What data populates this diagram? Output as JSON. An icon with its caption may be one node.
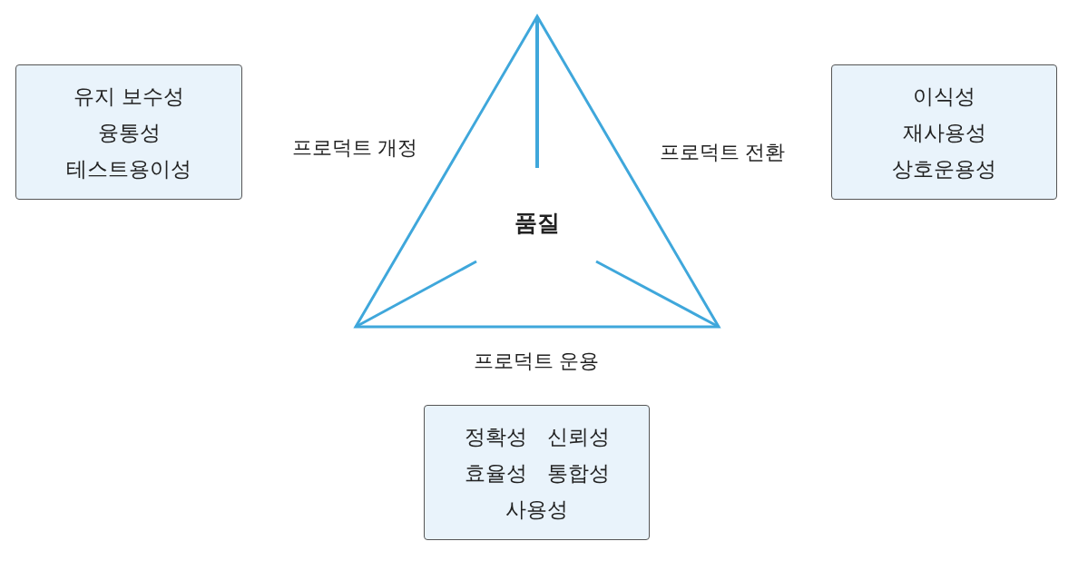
{
  "diagram": {
    "nodes": [
      {
        "text": [
          "유지 보수성",
          "융통성",
          "테스트용이성"
        ]
      },
      {
        "text": [
          "이식성",
          "재사용성",
          "상호운용성"
        ]
      },
      {
        "text": [
          "품질"
        ],
        "beside": [
          "프로덕트 개정",
          "프로덕트 전환",
          "프로덕트 운용"
        ]
      },
      {
        "text": [
          "정확성",
          "신뢰성",
          "효율성",
          "통합성",
          "사용성"
        ]
      }
    ]
  }
}
